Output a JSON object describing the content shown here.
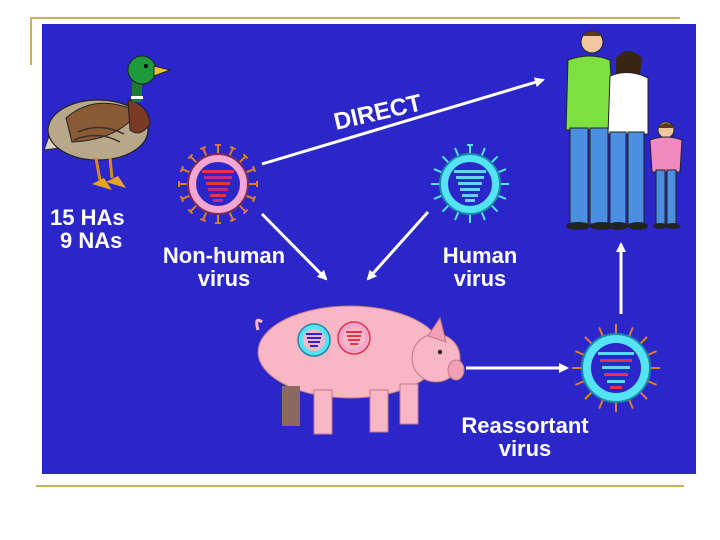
{
  "colors": {
    "background": "#2b26c9",
    "accent_line": "#c8b25a",
    "pig": "#f7b7c4",
    "virus_pink": "#f3a6cf",
    "virus_cyan": "#54e4f5",
    "spike_orange": "#e07a2c"
  },
  "labels": {
    "duck_line1": "15 HAs",
    "duck_line2": "9 NAs",
    "direct": "DIRECT",
    "nonhuman_line1": "Non-human",
    "nonhuman_line2": "virus",
    "human_line1": "Human",
    "human_line2": "virus",
    "reassortant_line1": "Reassortant",
    "reassortant_line2": "virus"
  },
  "icons": [
    "duck-icon",
    "virus-icon",
    "pig-icon",
    "family-icon",
    "arrow-icon"
  ]
}
